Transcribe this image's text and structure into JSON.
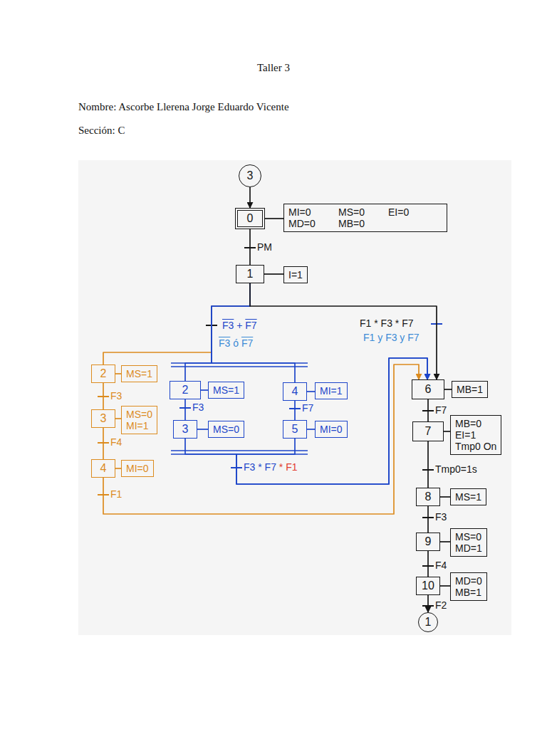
{
  "diagram": {
    "title": "Taller 3",
    "nodes": [
      {
        "text": [
          "3"
        ]
      },
      {
        "text": [
          "0"
        ]
      },
      {
        "text": [
          "MI=0",
          "MS=0",
          "EI=0",
          "MD=0",
          "MB=0"
        ]
      },
      {
        "text": [
          "1"
        ]
      },
      {
        "text": [
          "I=1"
        ]
      },
      {
        "text": [
          "2"
        ]
      },
      {
        "text": [
          "MS=1"
        ]
      },
      {
        "text": [
          "3"
        ]
      },
      {
        "text": [
          "MS=0",
          "MI=1"
        ]
      },
      {
        "text": [
          "4"
        ]
      },
      {
        "text": [
          "MI=0"
        ]
      },
      {
        "text": [
          "2"
        ]
      },
      {
        "text": [
          "MS=1"
        ]
      },
      {
        "text": [
          "3"
        ]
      },
      {
        "text": [
          "MS=0"
        ]
      },
      {
        "text": [
          "4"
        ]
      },
      {
        "text": [
          "MI=1"
        ]
      },
      {
        "text": [
          "5"
        ]
      },
      {
        "text": [
          "MI=0"
        ]
      },
      {
        "text": [
          "6"
        ]
      },
      {
        "text": [
          "MB=1"
        ]
      },
      {
        "text": [
          "7"
        ]
      },
      {
        "text": [
          "MB=0",
          "EI=1",
          "Tmp0 On"
        ]
      },
      {
        "text": [
          "8"
        ]
      },
      {
        "text": [
          "MS=1"
        ]
      },
      {
        "text": [
          "9"
        ]
      },
      {
        "text": [
          "MS=0",
          "MD=1"
        ]
      },
      {
        "text": [
          "10"
        ]
      },
      {
        "text": [
          "MD=0",
          "MB=1"
        ]
      },
      {
        "text": [
          "1"
        ]
      }
    ],
    "edges": [
      {
        "from": 0,
        "to": 1,
        "arrow": "to"
      },
      {
        "from": 1,
        "to": 2,
        "arrow": "none"
      },
      {
        "from": 1,
        "to": 3,
        "label": "PM",
        "arrow": "none"
      },
      {
        "from": 3,
        "to": 4,
        "arrow": "none"
      },
      {
        "from": 3,
        "to": 5,
        "arrow": "none"
      },
      {
        "from": 3,
        "to": 11,
        "label": "F3 + F7",
        "arrow": "none"
      },
      {
        "from": 3,
        "to": 15,
        "arrow": "none"
      },
      {
        "from": 3,
        "to": 19,
        "label": "F1 * F3 * F7",
        "arrow": "to"
      },
      {
        "from": 5,
        "to": 6,
        "arrow": "none"
      },
      {
        "from": 5,
        "to": 7,
        "label": "F3",
        "arrow": "none"
      },
      {
        "from": 7,
        "to": 8,
        "arrow": "none"
      },
      {
        "from": 7,
        "to": 9,
        "label": "F4",
        "arrow": "none"
      },
      {
        "from": 9,
        "to": 10,
        "arrow": "none"
      },
      {
        "from": 9,
        "to": 19,
        "label": "F1",
        "arrow": "to"
      },
      {
        "from": 11,
        "to": 12,
        "arrow": "none"
      },
      {
        "from": 11,
        "to": 13,
        "label": "F3",
        "arrow": "none"
      },
      {
        "from": 13,
        "to": 14,
        "arrow": "none"
      },
      {
        "from": 13,
        "to": 19,
        "label": "F3 * F7 * F1",
        "arrow": "to"
      },
      {
        "from": 15,
        "to": 16,
        "arrow": "none"
      },
      {
        "from": 15,
        "to": 17,
        "label": "F7",
        "arrow": "none"
      },
      {
        "from": 17,
        "to": 18,
        "arrow": "none"
      },
      {
        "from": 17,
        "to": 19,
        "arrow": "to"
      },
      {
        "from": 19,
        "to": 20,
        "arrow": "none"
      },
      {
        "from": 19,
        "to": 21,
        "label": "F7",
        "arrow": "none"
      },
      {
        "from": 21,
        "to": 22,
        "arrow": "none"
      },
      {
        "from": 21,
        "to": 23,
        "label": "Tmp0=1s",
        "arrow": "none"
      },
      {
        "from": 23,
        "to": 24,
        "arrow": "none"
      },
      {
        "from": 23,
        "to": 25,
        "label": "F3",
        "arrow": "none"
      },
      {
        "from": 25,
        "to": 26,
        "arrow": "none"
      },
      {
        "from": 25,
        "to": 27,
        "label": "F4",
        "arrow": "none"
      },
      {
        "from": 27,
        "to": 28,
        "arrow": "none"
      },
      {
        "from": 27,
        "to": 29,
        "label": "F2",
        "arrow": "to"
      }
    ],
    "labels": [
      "Nombre: Ascorbe Llerena Jorge Eduardo Vicente",
      "Sección: C",
      "F3 ó F7",
      "F1 y F3 y F7"
    ]
  }
}
